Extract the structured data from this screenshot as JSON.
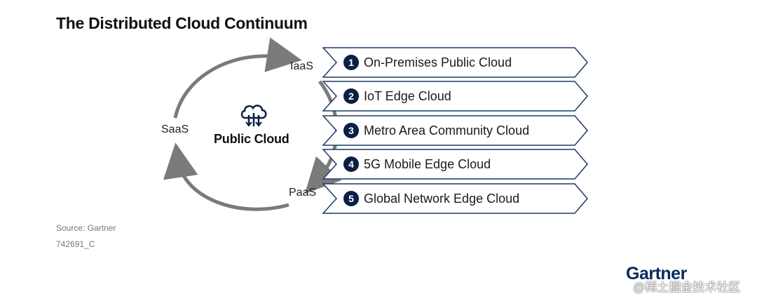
{
  "title": "The Distributed Cloud Continuum",
  "cycle": {
    "center_label": "Public Cloud",
    "center_icon": "cloud-network-icon",
    "nodes": {
      "iaas": "IaaS",
      "saas": "SaaS",
      "paas": "PaaS"
    }
  },
  "steps": [
    {
      "number": "1",
      "label": "On-Premises Public Cloud"
    },
    {
      "number": "2",
      "label": "IoT Edge Cloud"
    },
    {
      "number": "3",
      "label": "Metro Area Community Cloud"
    },
    {
      "number": "4",
      "label": "5G Mobile Edge Cloud"
    },
    {
      "number": "5",
      "label": "Global Network Edge Cloud"
    }
  ],
  "footer": {
    "source": "Source: Gartner",
    "code": "742691_C"
  },
  "brand": "Gartner",
  "watermark": "@稀土掘金技术社区",
  "colors": {
    "arrow": "#7a7a7a",
    "chevron_stroke": "#1f3a66",
    "badge": "#0a1f44",
    "brand": "#0a2a5c"
  }
}
